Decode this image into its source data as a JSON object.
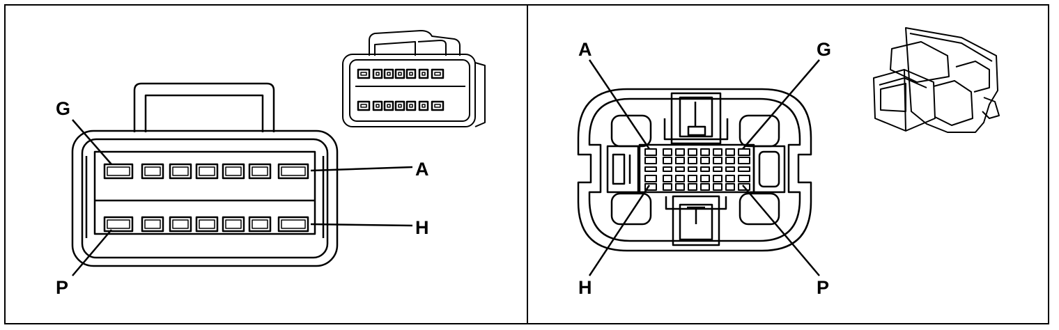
{
  "panels": {
    "left": {
      "labels": {
        "g": "G",
        "a": "A",
        "h": "H",
        "p": "P"
      },
      "cavities_per_row": 7
    },
    "right": {
      "labels": {
        "a": "A",
        "g": "G",
        "h": "H",
        "p": "P"
      }
    }
  },
  "colors": {
    "line": "#000000",
    "background": "#ffffff"
  }
}
